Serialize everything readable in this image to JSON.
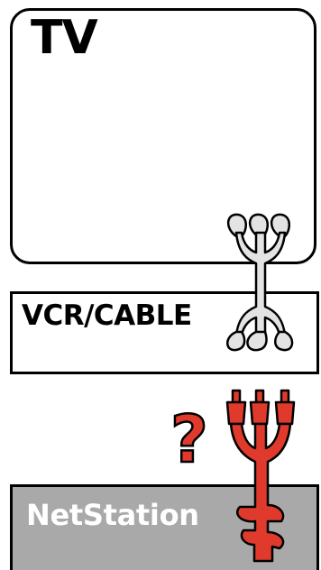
{
  "labels": {
    "tv": "TV",
    "vcr": "VCR/CABLE",
    "netstation": "NetStation",
    "question": "?"
  },
  "colors": {
    "outline": "#000000",
    "cable_gray": "#e3e3e3",
    "cable_red": "#e03a2c",
    "netstation_fill": "#a9a9a9"
  },
  "icons": [
    "gray-cable-connector-icon",
    "red-cable-connector-icon"
  ]
}
